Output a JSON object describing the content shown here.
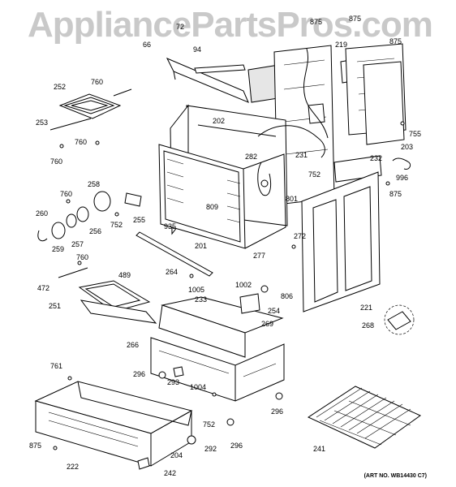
{
  "watermark": "AppliancePartsPros.com",
  "art_number": "(ART NO. WB14430 C7)",
  "labels": {
    "p875a": "875",
    "p875b": "875",
    "p875c": "875",
    "p875d": "875",
    "p875e": "875",
    "p72": "72",
    "p66": "66",
    "p94": "94",
    "p219": "219",
    "p252": "252",
    "p760a": "760",
    "p760b": "760",
    "p760c": "760",
    "p760d": "760",
    "p760e": "760",
    "p761": "761",
    "p253": "253",
    "p202": "202",
    "p231": "231",
    "p755": "755",
    "p203": "203",
    "p232": "232",
    "p752a": "752",
    "p752b": "752",
    "p752c": "752",
    "p996": "996",
    "p282": "282",
    "p801": "801",
    "p258": "258",
    "p255": "255",
    "p809": "809",
    "p260": "260",
    "p256": "256",
    "p257": "257",
    "p259": "259",
    "p935": "935",
    "p201": "201",
    "p272": "272",
    "p277": "277",
    "p264": "264",
    "p1005": "1005",
    "p1002": "1002",
    "p806": "806",
    "p254": "254",
    "p472": "472",
    "p489": "489",
    "p251": "251",
    "p233": "233",
    "p269": "269",
    "p221": "221",
    "p268": "268",
    "p266": "266",
    "p296a": "296",
    "p296b": "296",
    "p296c": "296",
    "p293": "293",
    "p1004": "1004",
    "p204": "204",
    "p292": "292",
    "p222": "222",
    "p242": "242",
    "p241": "241"
  }
}
